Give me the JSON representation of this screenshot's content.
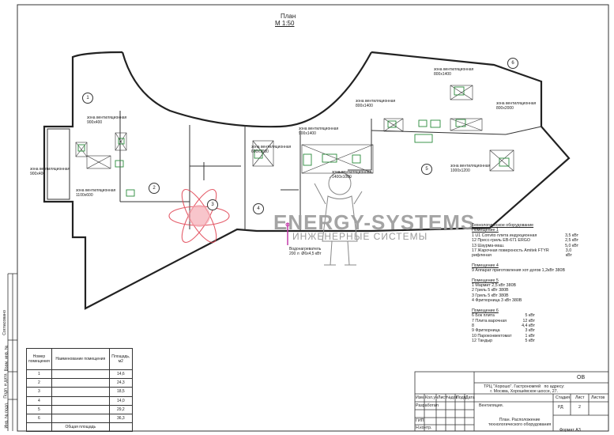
{
  "plan_title": "План",
  "plan_scale": "М 1:50",
  "brand": {
    "name": "ENERGY-SYSTEMS",
    "subtitle": "ИНЖЕНЕРНЫЕ СИСТЕМЫ"
  },
  "rooms": [
    "1",
    "2",
    "3",
    "4",
    "5",
    "6"
  ],
  "zones": [
    "зона вентиляционная\n900х400",
    "зона вентиляционная\n900х400",
    "зона вентиляционная\n1100х600",
    "зона вентиляционная\n600х1000",
    "зона вентиляционная\n900х1400",
    "зона вентиляционная\n1400х1000",
    "зона вентиляционная\n800х1400",
    "зона вентиляционная\n800х2000",
    "зона вентиляционная\n800х1400",
    "зона вентиляционная\n1000х1200"
  ],
  "water_heater_note": "Водонагреватель\n200 л  Ø6х4,5 кВт",
  "equipment": {
    "title": "Технологическое оборудование",
    "groups": [
      {
        "name": "Помещение 1",
        "items": [
          {
            "label": "1  U1 Convito  плита индукционная",
            "value": "3,5 кВт"
          },
          {
            "label": "12  Пресс-гриль EB-671 ERGO",
            "value": "2,5 кВт"
          },
          {
            "label": "13  Шаурма-маш.",
            "value": "5,0 кВт"
          },
          {
            "label": "17  Жарочная поверхность Amitek FTYR  рифленая",
            "value": "3,0 кВт"
          }
        ]
      },
      {
        "name": "Помещение 4",
        "items": [
          {
            "label": "9  Аппарат приготовления хот-догов 1,2кВт 380В",
            "value": ""
          }
        ]
      },
      {
        "name": "Помещение 5",
        "items": [
          {
            "label": "1  Мармит  2,5 кВт 380В",
            "value": ""
          },
          {
            "label": "2  Гриль    5 кВт 380В",
            "value": ""
          },
          {
            "label": "3  Гриль    5 кВт 380В",
            "value": ""
          },
          {
            "label": "4  Фритюрница  3 кВт 380В",
            "value": ""
          }
        ]
      },
      {
        "name": "Помещение 6",
        "items": [
          {
            "label": "6  Бок плита",
            "value": "5 кВт"
          },
          {
            "label": "7  Плита варочная",
            "value": "12 кВт"
          },
          {
            "label": "8",
            "value": "4,4 кВт"
          },
          {
            "label": "9  Фритюрница",
            "value": "3 кВт"
          },
          {
            "label": "10  Пароконвектомат",
            "value": "1 кВт"
          },
          {
            "label": "12  Тандыр",
            "value": "5 кВт"
          }
        ]
      }
    ]
  },
  "room_table": {
    "headers": [
      "Номер помещения",
      "Наименование помещения",
      "Площадь, м2"
    ],
    "rows": [
      {
        "num": "1",
        "area": "14,6"
      },
      {
        "num": "2",
        "area": "24,3"
      },
      {
        "num": "3",
        "area": "18,5"
      },
      {
        "num": "4",
        "area": "14,0"
      },
      {
        "num": "5",
        "area": "29,2"
      },
      {
        "num": "6",
        "area": "36,3"
      }
    ],
    "total_label": "Общая площадь"
  },
  "stamp": {
    "code": "ОВ",
    "project": "ТРЦ \"Хорошо\". Гастрономгей   по адресу:\nг. Москва, Хорошёвское шоссе, 27.",
    "section": "Вентиляция.",
    "sheet_title": "План. Расположение\nтехнологического оборудования",
    "stage_label": "Стадия",
    "sheet_label": "Лист",
    "sheets_label": "Листов",
    "stage": "РД",
    "sheet": "2",
    "columns": [
      "Изм.",
      "Кол.уч",
      "Лист",
      "№док",
      "Подп.",
      "Дата"
    ],
    "developer_label": "Разработал",
    "check_label": "Н.контр.",
    "gip_label": "ГИП",
    "format": "Формат  А3"
  },
  "side_labels": [
    "Согласовано",
    "Взам. инв. №",
    "Подп. и дата",
    "Инв. № подл."
  ]
}
